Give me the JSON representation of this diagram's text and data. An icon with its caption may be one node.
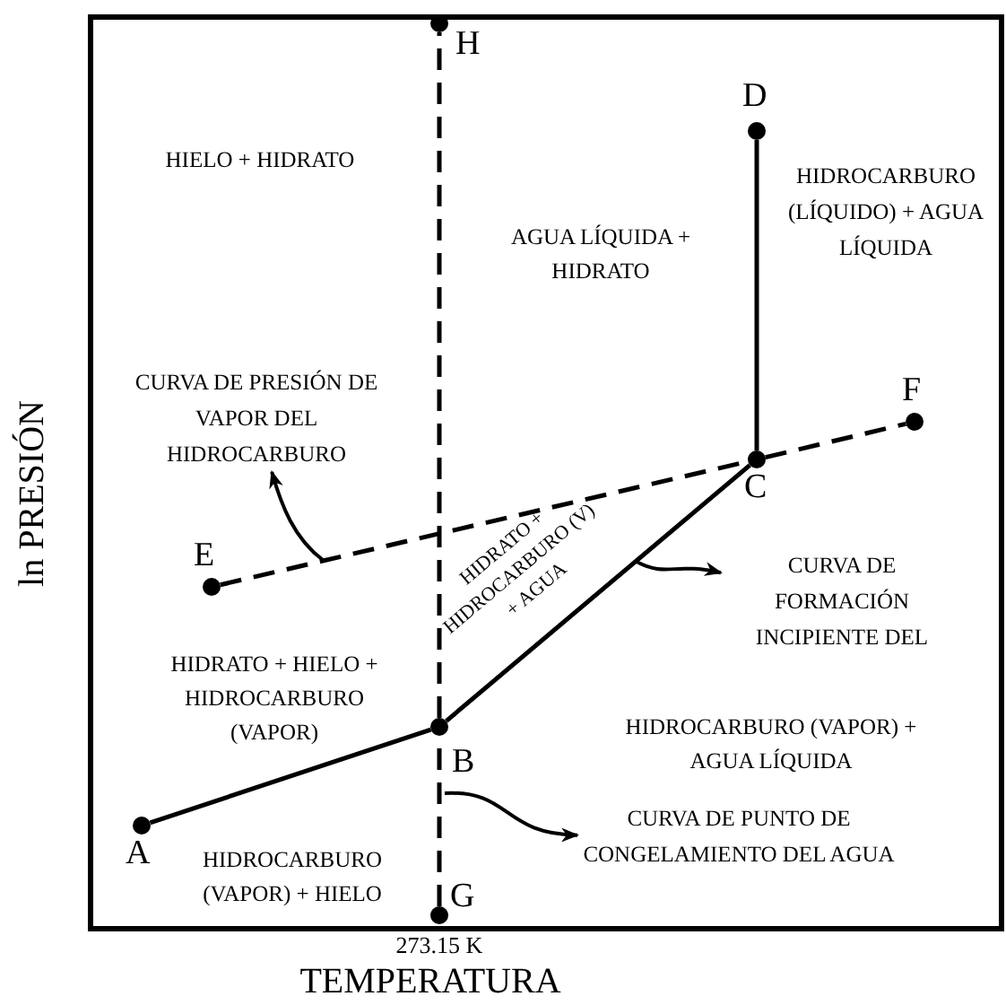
{
  "diagram": {
    "nodes": [
      {
        "text": [],
        "shape": "circle",
        "beside": [
          "H"
        ]
      },
      {
        "text": [],
        "shape": "circle",
        "beside": [
          "D"
        ]
      },
      {
        "text": [],
        "shape": "circle",
        "beside": [
          "F"
        ]
      },
      {
        "text": [],
        "shape": "circle",
        "beside": [
          "C"
        ]
      },
      {
        "text": [],
        "shape": "circle",
        "beside": [
          "E"
        ]
      },
      {
        "text": [],
        "shape": "circle",
        "beside": [
          "B"
        ]
      },
      {
        "text": [],
        "shape": "circle",
        "beside": [
          "A"
        ]
      },
      {
        "text": [],
        "shape": "circle",
        "beside": [
          "G"
        ]
      },
      {
        "text": [
          "CURVA DE PRESIÓN DE VAPOR DEL HIDROCARBURO"
        ]
      },
      {
        "text": [
          "CURVA DE FORMACIÓN INCIPIENTE DEL"
        ]
      },
      {
        "text": [
          "CURVA DE PUNTO DE CONGELAMIENTO DEL AGUA"
        ]
      }
    ],
    "edges": [
      {
        "from": 6,
        "to": 5,
        "arrow": "none"
      },
      {
        "from": 5,
        "to": 3,
        "arrow": "none"
      },
      {
        "from": 3,
        "to": 1,
        "arrow": "none"
      },
      {
        "from": 4,
        "to": 3,
        "arrow": "none",
        "style": "dashed"
      },
      {
        "from": 3,
        "to": 2,
        "arrow": "none",
        "style": "dashed"
      },
      {
        "from": 7,
        "to": 5,
        "arrow": "none",
        "style": "dashed"
      },
      {
        "from": 5,
        "to": 0,
        "arrow": "none",
        "style": "dashed"
      },
      {
        "from": null,
        "to": 8,
        "arrow": "to"
      },
      {
        "from": null,
        "to": 9,
        "arrow": "to"
      },
      {
        "from": null,
        "to": 10,
        "arrow": "to"
      }
    ],
    "labels": [
      "HIELO + HIDRATO",
      "AGUA LÍQUIDA + HIDRATO",
      "HIDROCARBURO (LÍQUIDO) + AGUA LÍQUIDA",
      "HIDRATO + HIDROCARBURO (V) + AGUA",
      "HIDRATO + HIELO + HIDROCARBURO (VAPOR)",
      "HIDROCARBURO (VAPOR) + AGUA LÍQUIDA",
      "HIDROCARBURO (VAPOR) + HIELO",
      "ln PRESIÓN",
      "273.15 K",
      "TEMPERATURA"
    ]
  }
}
